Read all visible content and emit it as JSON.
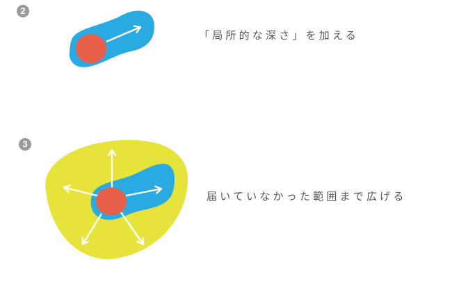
{
  "colors": {
    "background": "#ffffff",
    "blue": "#29abe2",
    "red": "#e8604a",
    "yellow": "#e6e43a",
    "arrow": "#ffffff",
    "badge": "#9a9a9a",
    "text": "#555555"
  },
  "steps": [
    {
      "number": "2",
      "caption": "「局所的な深さ」を加える",
      "elements": [
        "blue-elongated-blob",
        "red-circle",
        "single-arrow-upper-right"
      ]
    },
    {
      "number": "3",
      "caption": "届いていなかった範囲まで広げる",
      "elements": [
        "yellow-ellipse",
        "blue-elongated-blob",
        "red-circle",
        "five-radial-arrows"
      ]
    }
  ]
}
